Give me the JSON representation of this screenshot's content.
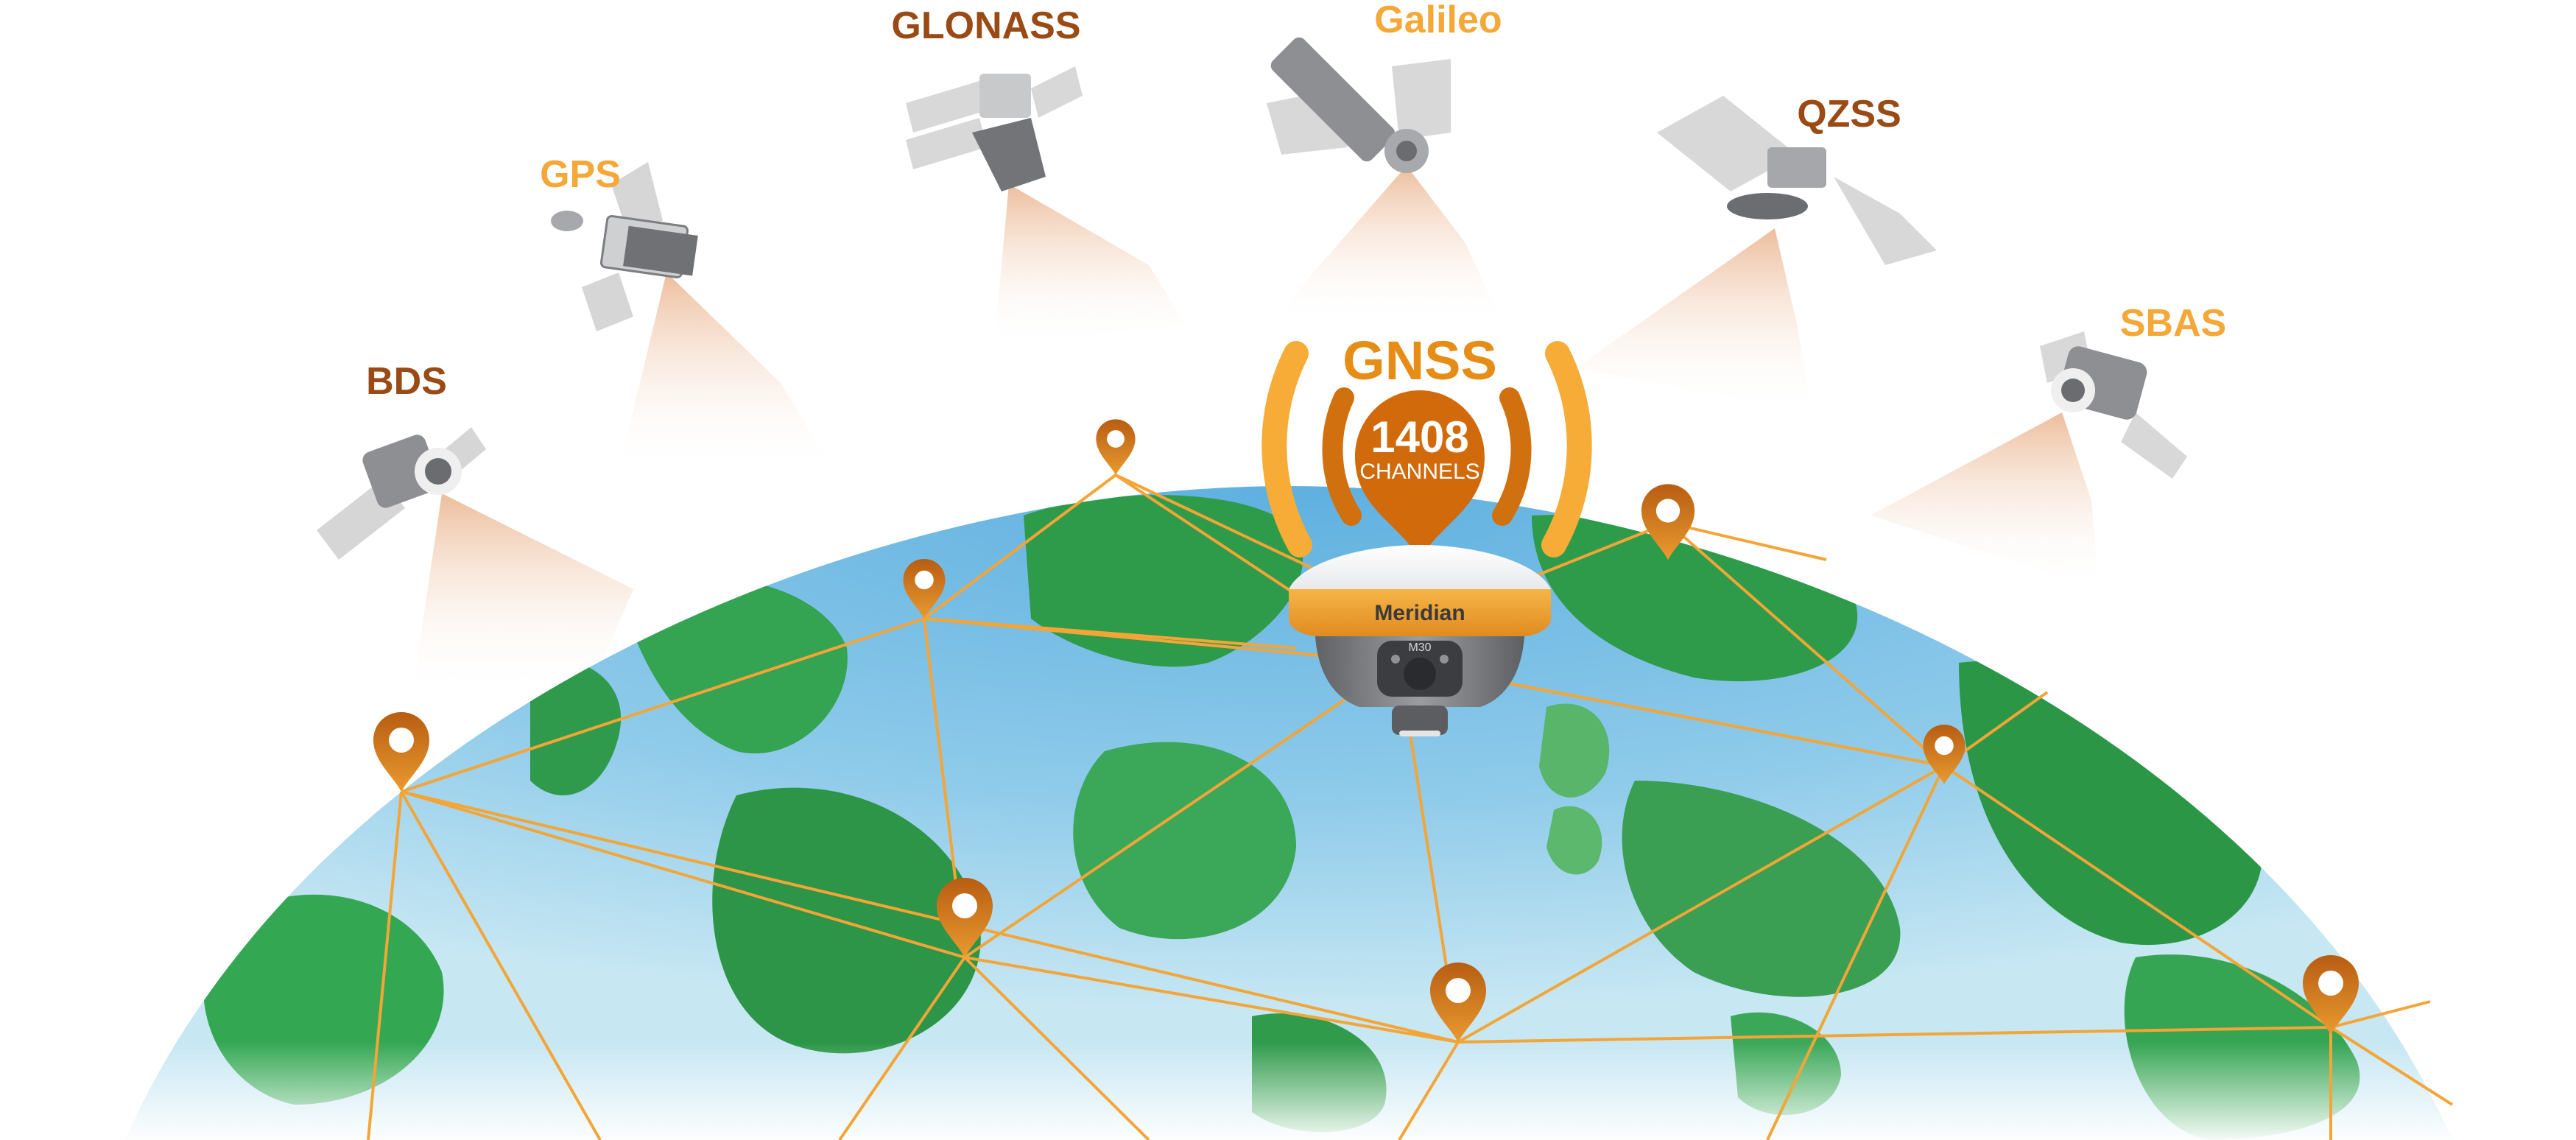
{
  "colors": {
    "label_brown": "#9a4a14",
    "label_orange": "#f3a838",
    "gnss_orange": "#e58d16",
    "badge_dark": "#d06a0a",
    "wave_light": "#f6ac37",
    "wave_dark": "#d0700f",
    "network_line": "#f3a537",
    "pin_outer": "#c86a12",
    "pin_inner": "#ffffff",
    "ocean": "#8cc6e8",
    "land": "#2e9b4a",
    "receiver_top": "#ffffff",
    "receiver_band": "#f0a131",
    "receiver_body": "#7d7f84"
  },
  "satellites": [
    {
      "label": "BDS",
      "color": "brown",
      "icon": "satellite-icon"
    },
    {
      "label": "GPS",
      "color": "orange",
      "icon": "satellite-icon"
    },
    {
      "label": "GLONASS",
      "color": "brown",
      "icon": "satellite-icon"
    },
    {
      "label": "Galileo",
      "color": "orange",
      "icon": "satellite-icon"
    },
    {
      "label": "QZSS",
      "color": "brown",
      "icon": "satellite-icon"
    },
    {
      "label": "SBAS",
      "color": "orange",
      "icon": "satellite-icon"
    }
  ],
  "gnss": {
    "title": "GNSS",
    "channels_count": "1408",
    "channels_label": "CHANNELS"
  },
  "receiver": {
    "brand": "Meridian",
    "model": "M30"
  },
  "map_pins": {
    "icon": "map-pin-icon"
  }
}
